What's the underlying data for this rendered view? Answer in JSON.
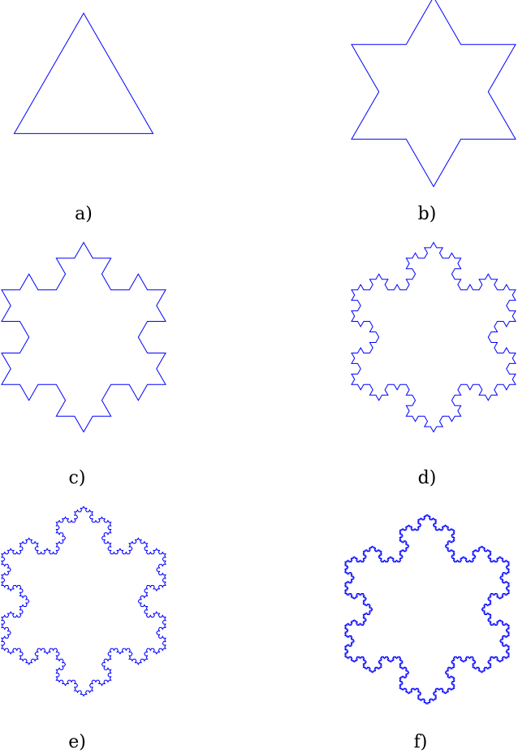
{
  "figure": {
    "stroke_color": "#0000ff",
    "background": "#ffffff",
    "shape": "Koch snowflake",
    "panels": [
      {
        "label": "a)",
        "iterations": 0
      },
      {
        "label": "b)",
        "iterations": 1
      },
      {
        "label": "c)",
        "iterations": 2
      },
      {
        "label": "d)",
        "iterations": 3
      },
      {
        "label": "e)",
        "iterations": 4
      },
      {
        "label": "f)",
        "iterations": 5
      }
    ]
  }
}
